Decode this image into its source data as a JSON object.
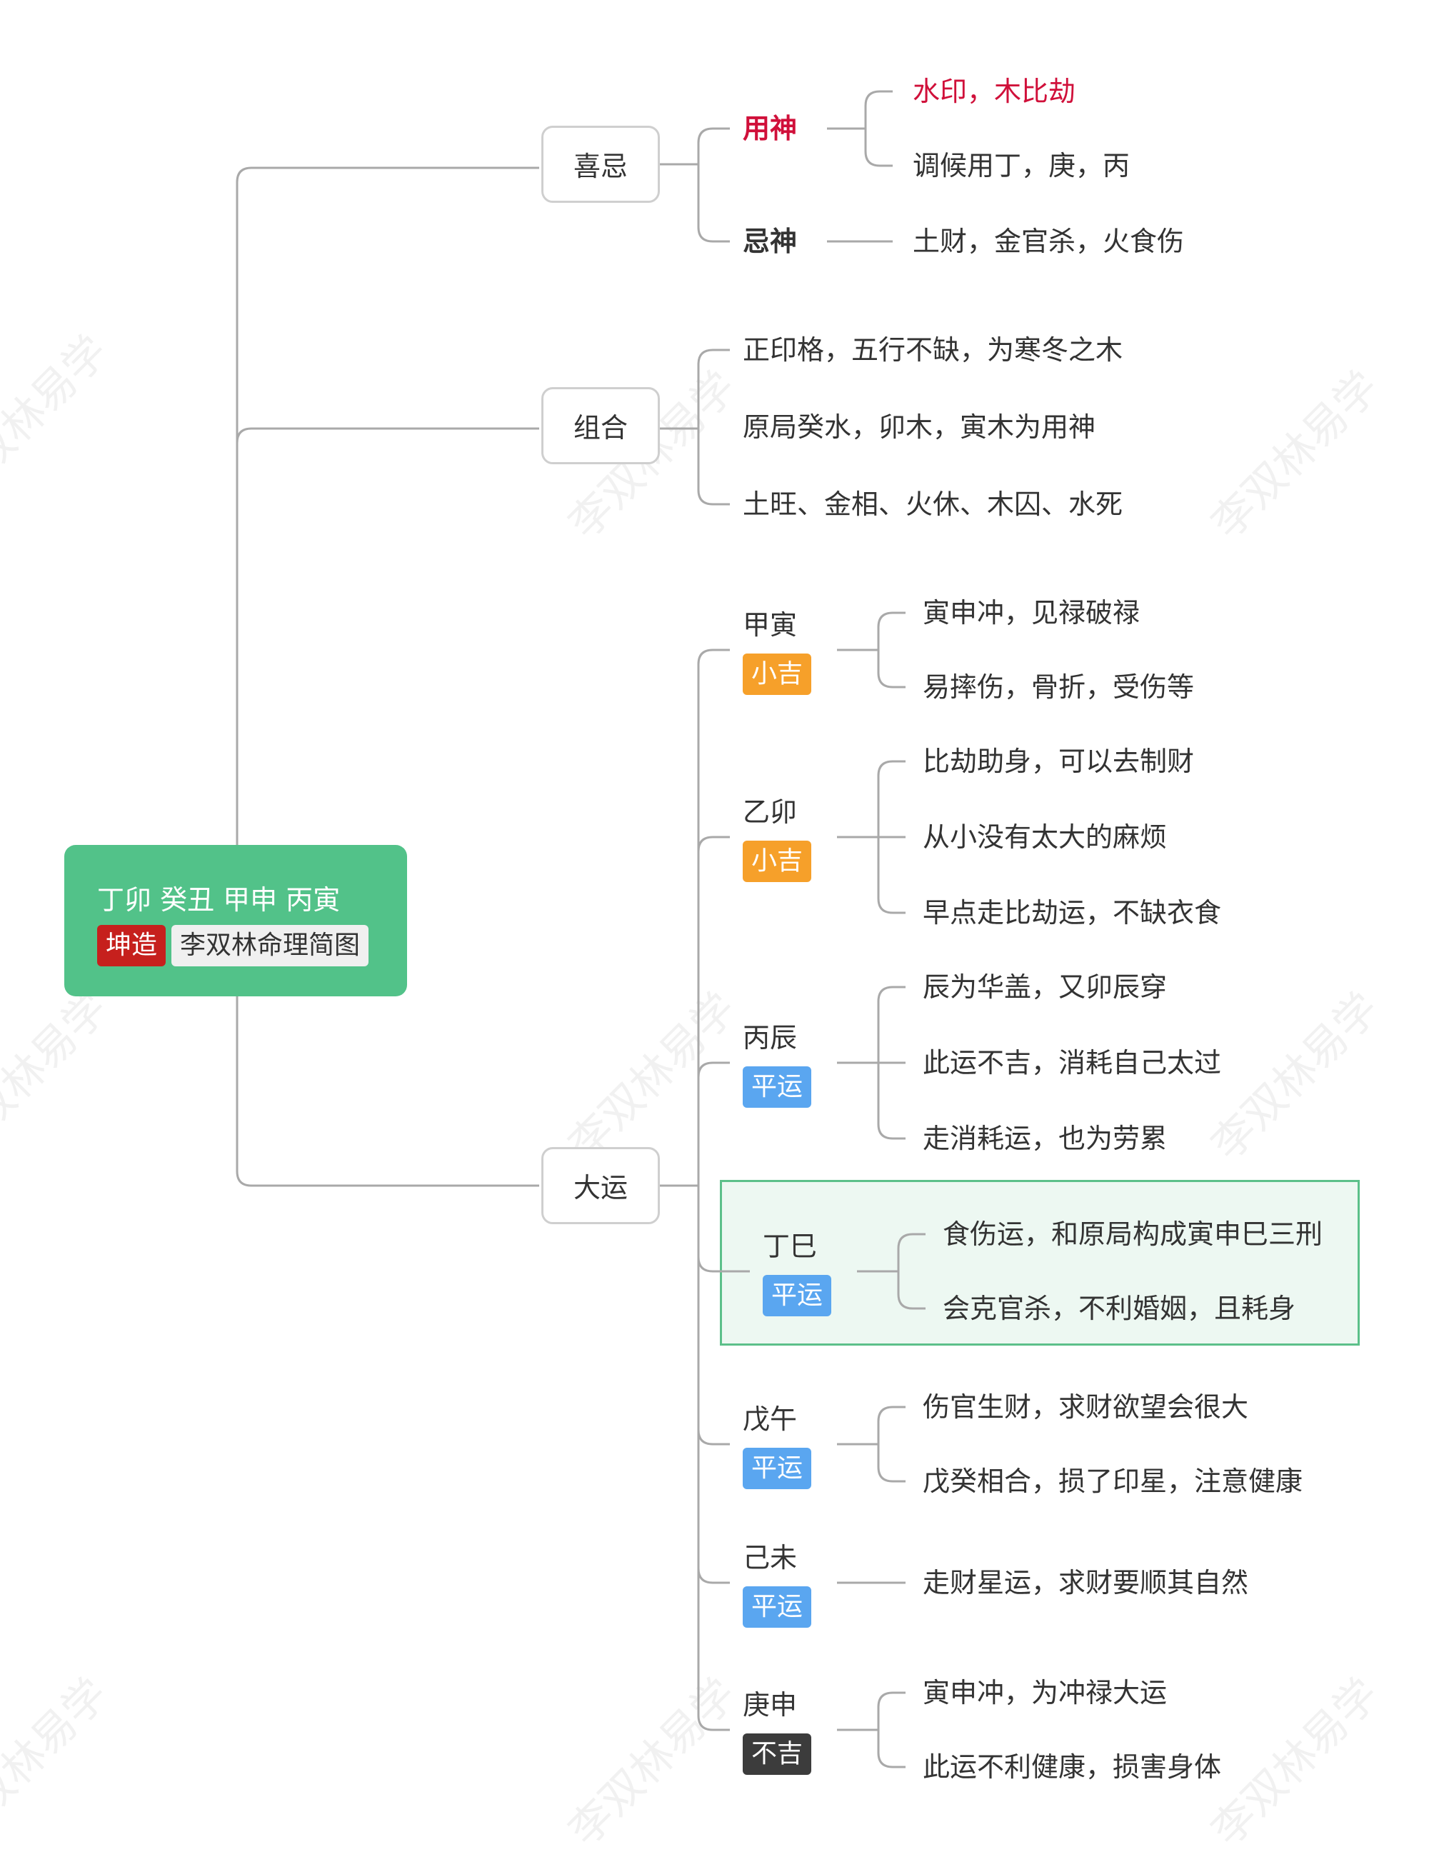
{
  "watermark": "李双林易学",
  "root": {
    "title": "丁卯 癸丑 甲申 丙寅",
    "badge_gender": "坤造",
    "badge_name": "李双林命理简图"
  },
  "topics": {
    "xiji": "喜忌",
    "zuhe": "组合",
    "dayun": "大运"
  },
  "xiji": {
    "yongshen": {
      "label": "用神",
      "items": [
        "水印，木比劫",
        "调候用丁，庚，丙"
      ]
    },
    "jishen": {
      "label": "忌神",
      "items": [
        "土财，金官杀，火食伤"
      ]
    }
  },
  "zuhe": {
    "items": [
      "正印格，五行不缺，为寒冬之木",
      "原局癸水，卯木，寅木为用神",
      "土旺、金相、火休、木囚、水死"
    ]
  },
  "dayun": [
    {
      "name": "甲寅",
      "tag": "小吉",
      "items": [
        "寅申冲，见禄破禄",
        "易摔伤，骨折，受伤等"
      ]
    },
    {
      "name": "乙卯",
      "tag": "小吉",
      "items": [
        "比劫助身，可以去制财",
        "从小没有太大的麻烦",
        "早点走比劫运，不缺衣食"
      ]
    },
    {
      "name": "丙辰",
      "tag": "平运",
      "items": [
        "辰为华盖，又卯辰穿",
        "此运不吉，消耗自己太过",
        "走消耗运，也为劳累"
      ]
    },
    {
      "name": "丁巳",
      "tag": "平运",
      "items": [
        "食伤运，和原局构成寅申巳三刑",
        "会克官杀，不利婚姻，且耗身"
      ]
    },
    {
      "name": "戊午",
      "tag": "平运",
      "items": [
        "伤官生财，求财欲望会很大",
        "戊癸相合，损了印星，注意健康"
      ]
    },
    {
      "name": "己未",
      "tag": "平运",
      "items": [
        "走财星运，求财要顺其自然"
      ]
    },
    {
      "name": "庚申",
      "tag": "不吉",
      "items": [
        "寅申冲，为冲禄大运",
        "此运不利健康，损害身体"
      ]
    }
  ]
}
